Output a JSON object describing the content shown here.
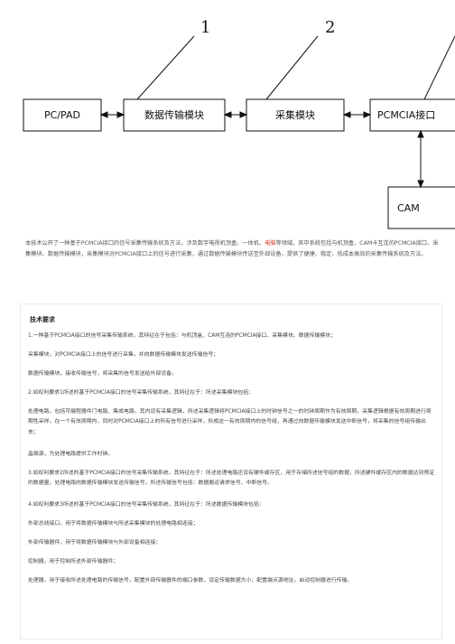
{
  "diagram": {
    "numbers": [
      "1",
      "2"
    ],
    "boxes": {
      "pc": "PC/PAD",
      "transfer": "数据传输模块",
      "acquire": "采集模块",
      "pcmcia": "PCMCIA接口",
      "cam": "CAM"
    }
  },
  "abstract": {
    "part1": "本技术公开了一种基于PCMCIA接口的信号采集传输系统及方法，涉及数字电视机顶盒、一体机、",
    "keyword": "电脑",
    "part2": "等领域。其中系统包括与机顶盒、CAM卡互连的PCMCIA接口、采集模块、数据传输模块，采集模块对PCMCIA接口上的信号进行采集，通过数据传输模块传送至外部设备，提供了便捷、稳定、低成本高效的采集传输系统及方法。"
  },
  "claims": {
    "title": "技术要求",
    "items": [
      "1.一种基于PCMCIA接口的信号采集传输系统，其特征在于包括：与机顶盒、CAM互连的PCMCIA接口、采集模块、数据传输模块；",
      "采集模块，对PCMCIA接口上的信号进行采集，并向数据传输模块发送传输信号；",
      "数据传输模块，接收传输信号，将采集的信号发送给外部设备。",
      "2.如权利要求1所述的基于PCMCIA接口的信号采集传输系统，其特征在于：所述采集模块包括：",
      "处理电路，包括可编程器件门电路、集成电路，其内设有采集逻辑，所述采集逻辑将PCMCIA接口上的时钟信号之一的时钟周期作为有效周期，采集逻辑根据有效周期进行周期性采样，在一个有效周期内，同时对PCMCIA接口上的所有信号进行采样，形成这一有效周期内的信号组，再通过向数据传输模块发送中断信号，将采集的信号组传输出去；",
      "晶振源，为处理电路提供工作时钟。",
      "3.如权利要求2所述的基于PCMCIA接口的信号采集传输系统，其特征在于：所述处理电路还设有硬件缓存区，用于存储所述信号组的数据，所述硬件缓存区内的数据达到预定的数据量，处理电路向数据传输模块发送传输信号，所述传输信号包括：数据搬运请求信号、中断信号。",
      "4.如权利要求3所述的基于PCMCIA接口的信号采集传输系统，其特征在于：所述数据传输模块包括：",
      "外部总线接口，用于将数据传输模块与所述采集模块的处理电路相连接；",
      "外部传输器件，用于将数据传输模块与外部设备相连接；",
      "控制器，用于控制所述外部传输器件；",
      "处理器，用于接收所述处理电路的传输信号，配置外部传输器件的端口参数，设定传输数据大小、配置端点源地址，启动控制器进行传输。"
    ]
  }
}
